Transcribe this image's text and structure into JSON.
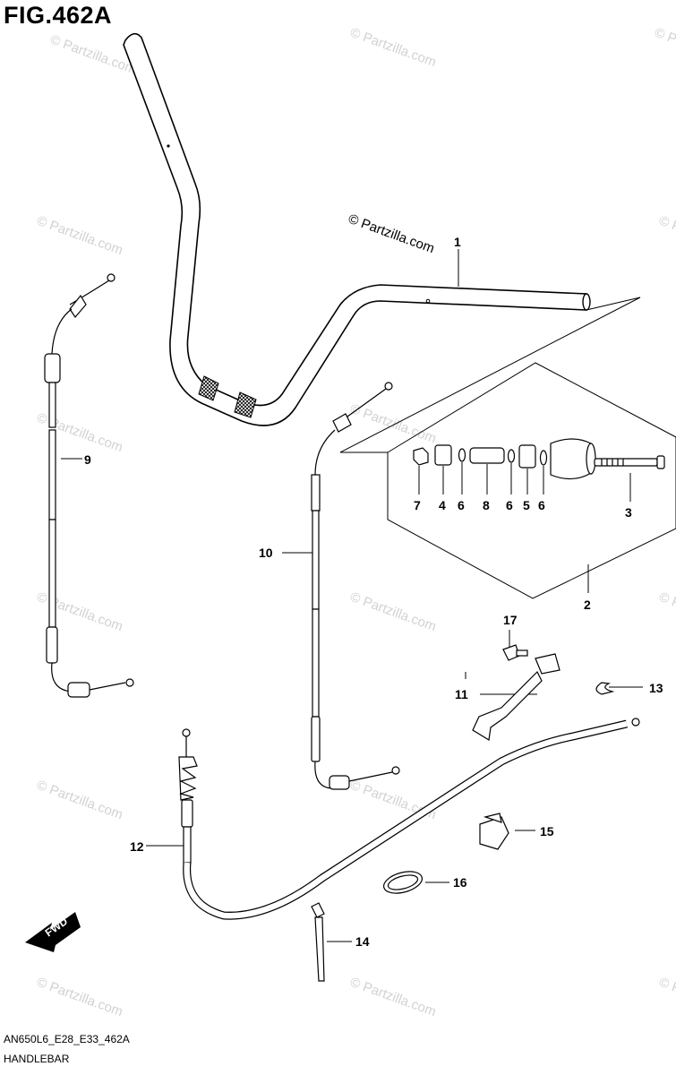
{
  "figure": {
    "title": "FIG.462A",
    "code": "AN650L6_E28_E33_462A",
    "name": "HANDLEBAR"
  },
  "watermark": {
    "text": "© Partzilla.com"
  },
  "fwd_label": "FWD",
  "callouts": {
    "c1": "1",
    "c2": "2",
    "c3": "3",
    "c4": "4",
    "c5": "5",
    "c6a": "6",
    "c6b": "6",
    "c6c": "6",
    "c7": "7",
    "c8": "8",
    "c9": "9",
    "c10": "10",
    "c11": "11",
    "c12": "12",
    "c13": "13",
    "c14": "14",
    "c15": "15",
    "c16": "16",
    "c17": "17"
  }
}
